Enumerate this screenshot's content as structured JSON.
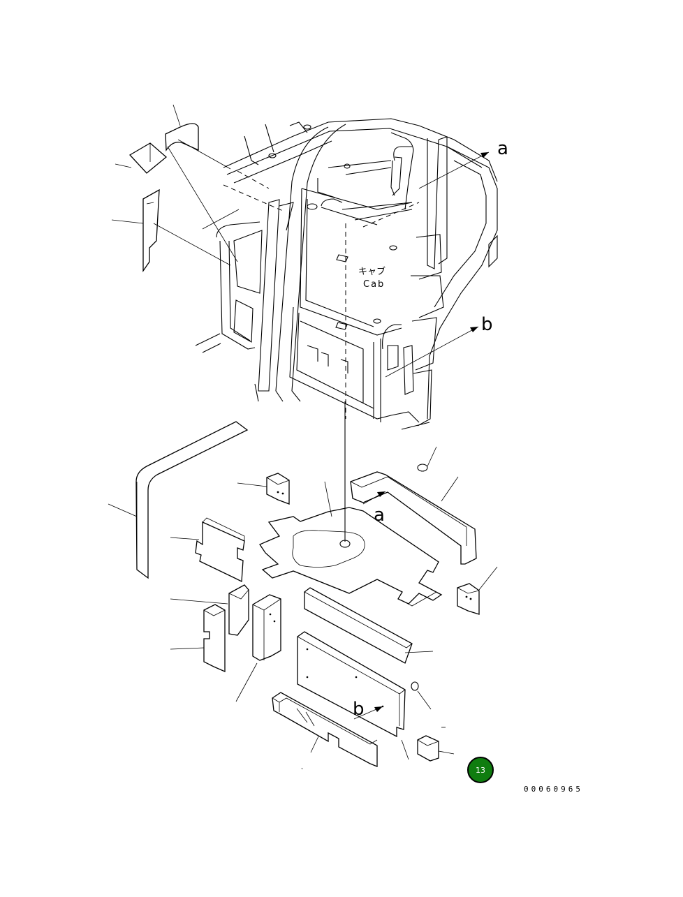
{
  "figure": {
    "cab_label_jp": "キャブ",
    "cab_label_en": "Cab",
    "ref_a": "a",
    "ref_b": "b",
    "callout_number": "13",
    "drawing_number": "00060965",
    "callout_color": "#0f7d0f"
  }
}
